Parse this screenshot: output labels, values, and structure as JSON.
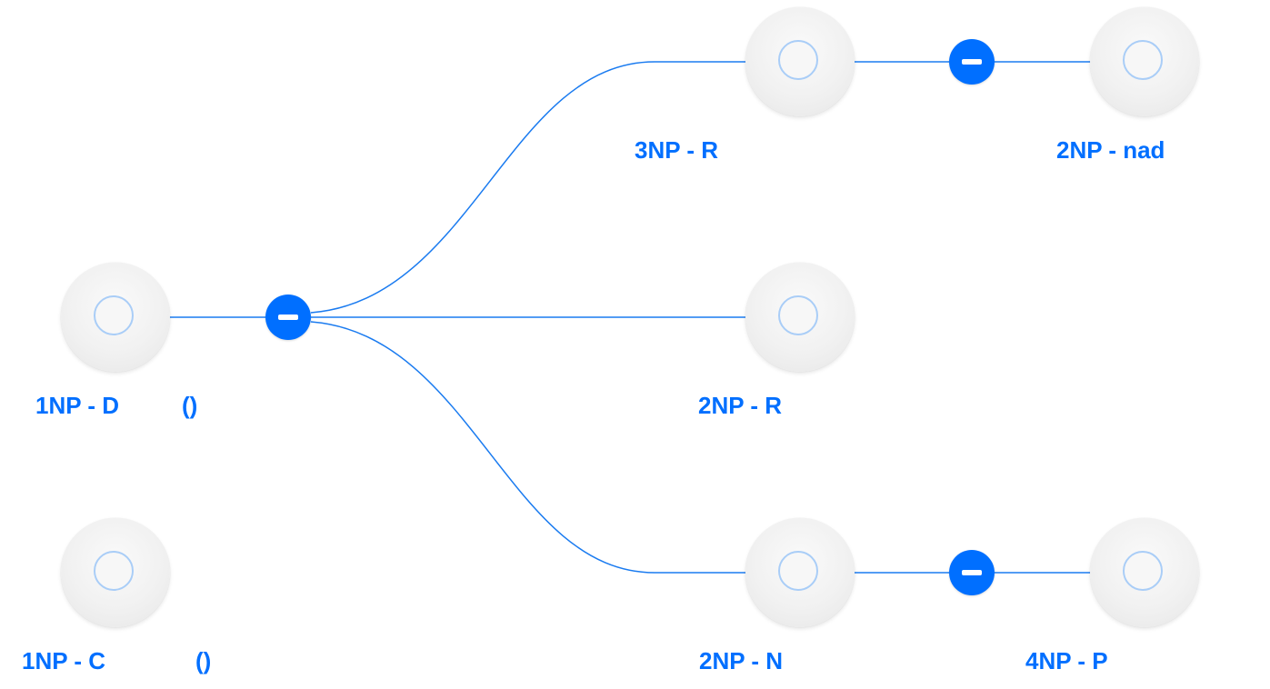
{
  "colors": {
    "accent": "#006fff",
    "link": "#1a7bf0",
    "device_ring": "#a9cdf7"
  },
  "devices": [
    {
      "id": "d1",
      "name": "1NP - D",
      "suffix": "()"
    },
    {
      "id": "d2",
      "name": "1NP - C",
      "suffix": "()"
    },
    {
      "id": "d3",
      "name": "3NP - R",
      "suffix": ""
    },
    {
      "id": "d4",
      "name": "2NP - R",
      "suffix": ""
    },
    {
      "id": "d5",
      "name": "2NP - N",
      "suffix": ""
    },
    {
      "id": "d6",
      "name": "2NP - nad",
      "suffix": ""
    },
    {
      "id": "d7",
      "name": "4NP - P",
      "suffix": ""
    }
  ],
  "icons": {
    "device": "access-point-icon",
    "collapse": "minus-icon"
  }
}
